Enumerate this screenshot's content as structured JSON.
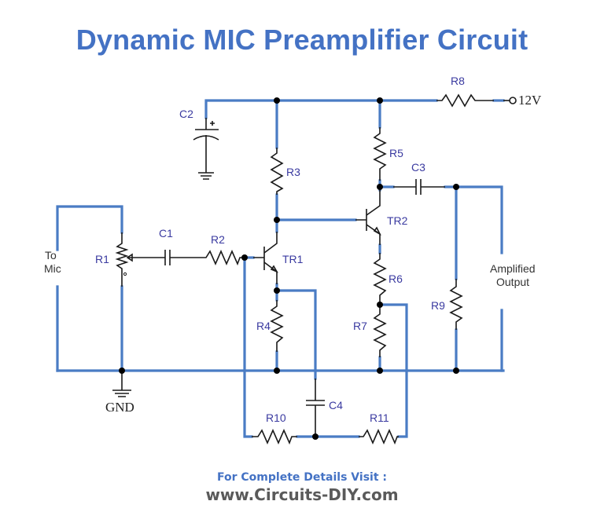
{
  "title": "Dynamic MIC Preamplifier Circuit",
  "supply_label": "12V",
  "ground_label": "GND",
  "input_label": [
    "To",
    "Mic"
  ],
  "output_label": [
    "Amplified",
    "Output"
  ],
  "components": {
    "R1": "R1",
    "R2": "R2",
    "R3": "R3",
    "R4": "R4",
    "R5": "R5",
    "R6": "R6",
    "R7": "R7",
    "R8": "R8",
    "R9": "R9",
    "R10": "R10",
    "R11": "R11",
    "C1": "C1",
    "C2": "C2",
    "C3": "C3",
    "C4": "C4",
    "TR1": "TR1",
    "TR2": "TR2"
  },
  "colors": {
    "title": "#4472c4",
    "wire": "#4a7cc4",
    "label": "#3a3aa0",
    "footer_url": "#5a5a5a"
  },
  "footer": {
    "prompt": "For Complete Details Visit :",
    "url": "www.Circuits-DIY.com"
  }
}
